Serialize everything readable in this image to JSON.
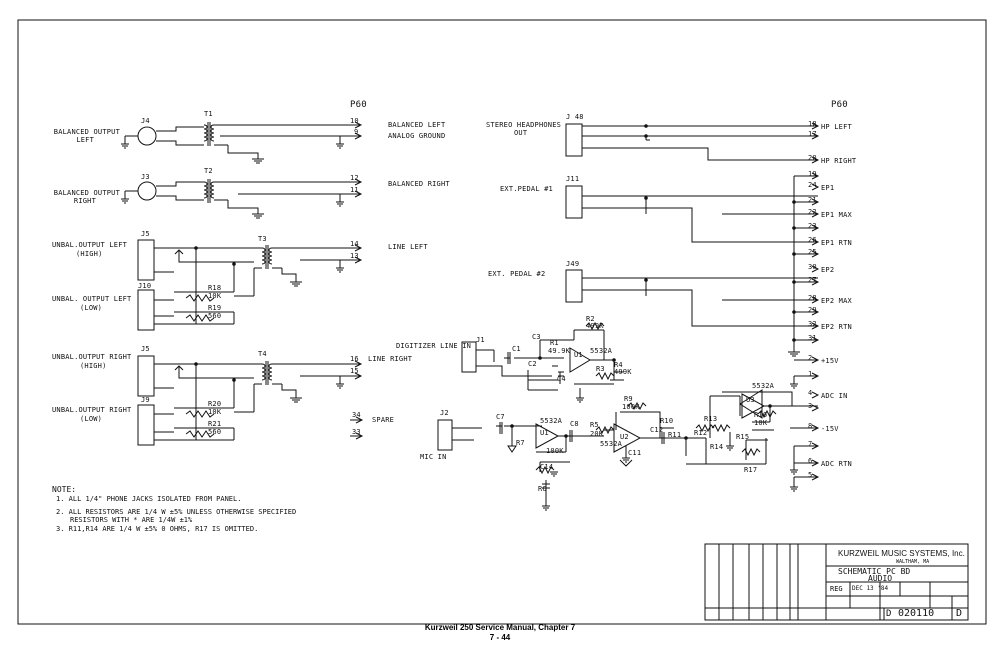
{
  "connector": {
    "left_header": "P60",
    "right_header": "P60"
  },
  "jacks": {
    "j4": "J4",
    "j3": "J3",
    "j5": "J5",
    "j10": "J10",
    "j5b": "J5",
    "j9": "J9",
    "j48": "J 48",
    "j11": "J11",
    "j49": "J49",
    "j1": "J1",
    "j2": "J2"
  },
  "transformers": {
    "t1": "T1",
    "t2": "T2",
    "t3": "T3",
    "t4": "T4"
  },
  "left_labels": {
    "bal_left_1": "BALANCED OUTPUT",
    "bal_left_2": "LEFT",
    "bal_right_1": "BALANCED OUTPUT",
    "bal_right_2": "RIGHT",
    "unbal_left_high_1": "UNBAL.OUTPUT LEFT",
    "unbal_left_high_2": "(HIGH)",
    "unbal_left_low_1": "UNBAL. OUTPUT LEFT",
    "unbal_left_low_2": "(LOW)",
    "unbal_right_high_1": "UNBAL.OUTPUT  RIGHT",
    "unbal_right_high_2": "(HIGH)",
    "unbal_right_low_1": "UNBAL.OUTPUT  RIGHT",
    "unbal_right_low_2": "(LOW)"
  },
  "signal_labels": {
    "balanced_left": "BALANCED LEFT",
    "analog_ground": "ANALOG GROUND",
    "balanced_right": "BALANCED RIGHT",
    "line_left": "LINE LEFT",
    "line_right": "LINE RIGHT",
    "spare": "SPARE"
  },
  "right_labels": {
    "stereo_headphones_1": "STEREO HEADPHONES",
    "stereo_headphones_2": "OUT",
    "ext_pedal_1": "EXT.PEDAL #1",
    "ext_pedal_2": "EXT. PEDAL #2",
    "digitizer_line_in": "DIGITIZER LINE IN",
    "mic_in": "MIC IN"
  },
  "pins_left": [
    {
      "num": "10",
      "name": ""
    },
    {
      "num": "9",
      "name": ""
    },
    {
      "num": "12",
      "name": ""
    },
    {
      "num": "11",
      "name": ""
    },
    {
      "num": "14",
      "name": ""
    },
    {
      "num": "13",
      "name": ""
    },
    {
      "num": "16",
      "name": ""
    },
    {
      "num": "15",
      "name": ""
    },
    {
      "num": "34",
      "name": ""
    },
    {
      "num": "33",
      "name": ""
    }
  ],
  "pins_right": [
    {
      "num": "18",
      "name": "HP LEFT"
    },
    {
      "num": "17",
      "name": ""
    },
    {
      "num": "20",
      "name": "HP RIGHT"
    },
    {
      "num": "19",
      "name": ""
    },
    {
      "num": "24",
      "name": "EP1"
    },
    {
      "num": "21",
      "name": ""
    },
    {
      "num": "22",
      "name": "EP1 MAX"
    },
    {
      "num": "23",
      "name": ""
    },
    {
      "num": "26",
      "name": "EP1 RTN"
    },
    {
      "num": "25",
      "name": ""
    },
    {
      "num": "30",
      "name": "EP2"
    },
    {
      "num": "27",
      "name": ""
    },
    {
      "num": "28",
      "name": "EP2 MAX"
    },
    {
      "num": "29",
      "name": ""
    },
    {
      "num": "32",
      "name": "EP2 RTN"
    },
    {
      "num": "31",
      "name": ""
    },
    {
      "num": "2",
      "name": "+15V"
    },
    {
      "num": "1",
      "name": ""
    },
    {
      "num": "4",
      "name": "ADC IN"
    },
    {
      "num": "3",
      "name": ""
    },
    {
      "num": "8",
      "name": "-15V"
    },
    {
      "num": "7",
      "name": ""
    },
    {
      "num": "6",
      "name": "ADC RTN"
    },
    {
      "num": "5",
      "name": ""
    }
  ],
  "components": {
    "r18": "R18",
    "r18v": "10K",
    "r19": "R19",
    "r19v": "560",
    "r20": "R20",
    "r20v": "10K",
    "r21": "R21",
    "r21v": "560",
    "r2": "R2",
    "r2v": "499K",
    "r1": "R1",
    "r1v": "49.9K",
    "c3": "C3",
    "c2": "C2",
    "c1": "C1",
    "c4": "C4",
    "u1": "U1",
    "u1t": "5532A",
    "r3": "R3",
    "r4": "R4",
    "r4v": "499K",
    "c7": "C7",
    "c8": "C8",
    "r9": "R9",
    "r9v": "100K",
    "r7": "R7",
    "r7v": "100K",
    "r5": "R5",
    "r5v": "20K",
    "u2": "U2",
    "u2t": "5532A",
    "c14": "C14",
    "r6": "R6",
    "c11": "C11",
    "r10": "R10",
    "r11": "R11",
    "c12": "C12",
    "r12": "R12",
    "r13": "R13",
    "r14": "R14",
    "r15": "R15",
    "r16": "R16",
    "r16v": "10K",
    "r17": "R17",
    "u3": "U3",
    "u3t": "5532A"
  },
  "notes": {
    "title": "NOTE:",
    "n1": "1. ALL 1/4\" PHONE JACKS ISOLATED FROM PANEL.",
    "n2a": "2. ALL RESISTORS ARE 1/4 W ±5% UNLESS OTHERWISE SPECIFIED",
    "n2b": "RESISTORS WITH * ARE 1/4W ±1%",
    "n3": "3. R11,R14 ARE 1/4 W ±5% 0 OHMS, R17 IS OMITTED."
  },
  "title_block": {
    "company": "KURZWEIL MUSIC SYSTEMS, Inc.",
    "location": "WALTHAM, MA",
    "title1": "SCHEMATIC  PC BD",
    "title2": "AUDIO",
    "drawn": "REG",
    "date": "DEC 13 '84",
    "rev": "D",
    "size": "D",
    "doc_no": "020110"
  },
  "footer": {
    "line1": "Kurzweil 250 Service Manual, Chapter 7",
    "line2": "7 - 44"
  }
}
